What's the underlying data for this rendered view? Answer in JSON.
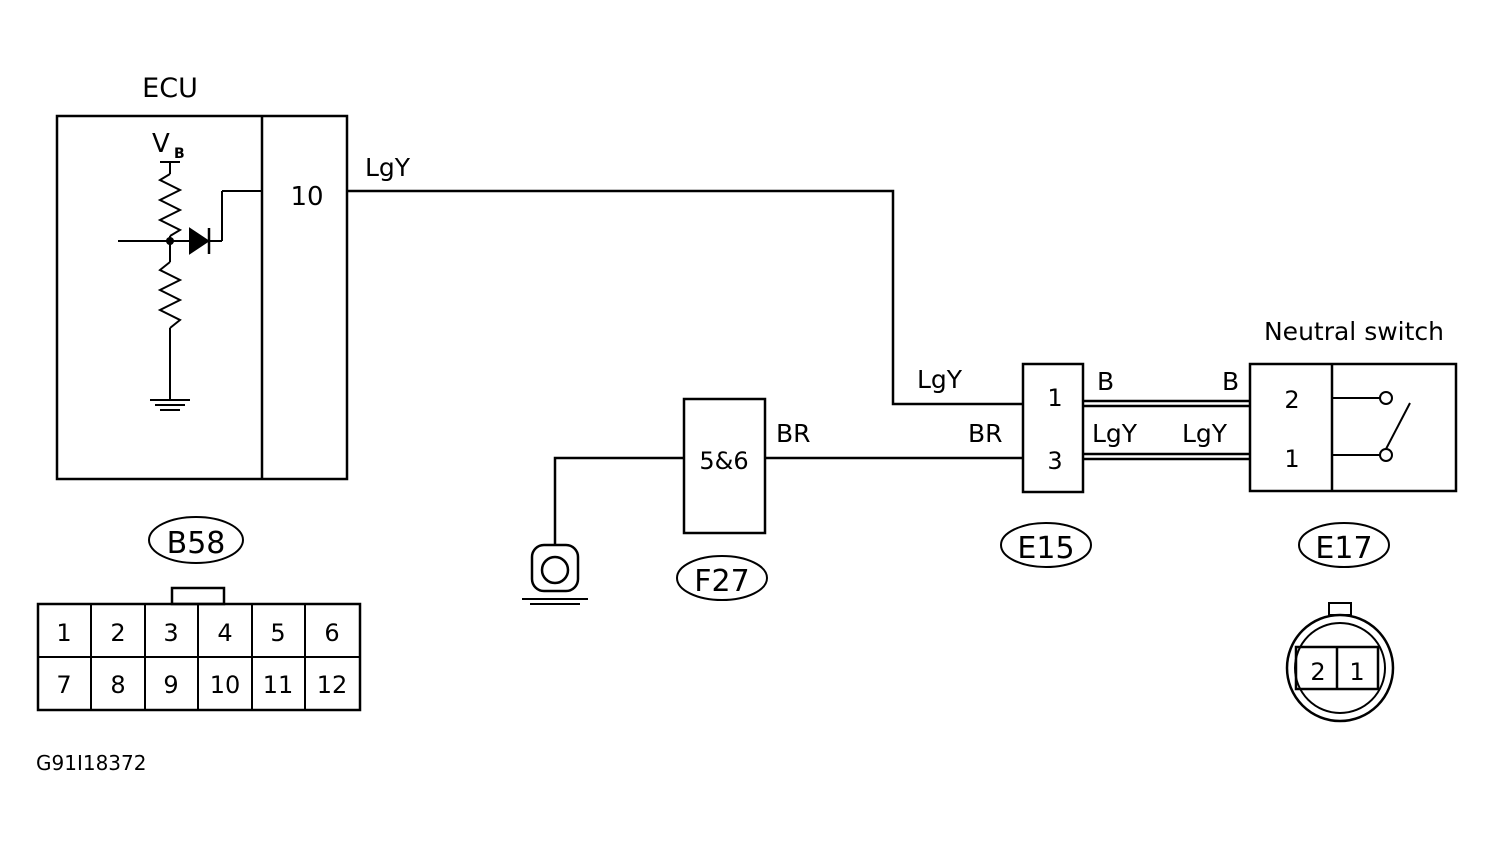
{
  "ecu": {
    "title": "ECU",
    "vb_label": "V",
    "vb_sub": "B",
    "terminal": "10"
  },
  "wires": {
    "ecu_out": "LgY",
    "e15_in_lgy": "LgY",
    "f27_out": "BR",
    "e15_in_br": "BR",
    "e15_out_b": "B",
    "e17_in_b": "B",
    "e15_out_lgy": "LgY",
    "e17_in_lgy": "LgY"
  },
  "f27": {
    "terminal": "5&6",
    "id": "F27"
  },
  "e15": {
    "pin_top": "1",
    "pin_bottom": "3",
    "id": "E15"
  },
  "neutral_switch": {
    "title": "Neutral switch",
    "pin_top": "2",
    "pin_bottom": "1",
    "id": "E17"
  },
  "b58": {
    "id": "B58",
    "pins": [
      [
        "1",
        "2",
        "3",
        "4",
        "5",
        "6"
      ],
      [
        "7",
        "8",
        "9",
        "10",
        "11",
        "12"
      ]
    ]
  },
  "e17_connector": {
    "pins": [
      "2",
      "1"
    ]
  },
  "figure_code": "G91I18372"
}
